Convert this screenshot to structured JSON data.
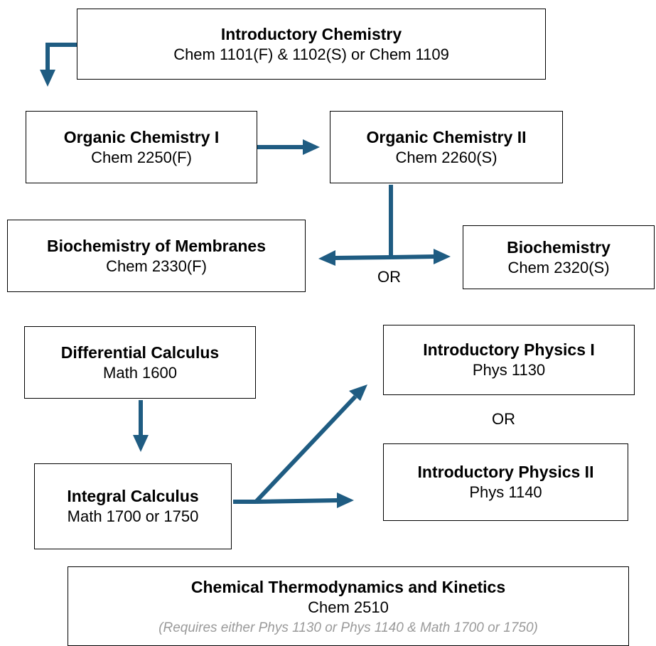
{
  "colors": {
    "arrow": "#1f5c82",
    "note": "#9a9a9a",
    "border": "#000000"
  },
  "nodes": {
    "intro_chem": {
      "title": "Introductory Chemistry",
      "code": "Chem 1101(F) & 1102(S) or Chem 1109"
    },
    "organic_1": {
      "title": "Organic Chemistry I",
      "code": "Chem 2250(F)"
    },
    "organic_2": {
      "title": "Organic Chemistry II",
      "code": "Chem 2260(S)"
    },
    "biochem_membranes": {
      "title": "Biochemistry of Membranes",
      "code": "Chem 2330(F)"
    },
    "biochem": {
      "title": "Biochemistry",
      "code": "Chem 2320(S)"
    },
    "diff_calc": {
      "title": "Differential Calculus",
      "code": "Math 1600"
    },
    "integral_calc": {
      "title": "Integral Calculus",
      "code": "Math 1700 or 1750"
    },
    "intro_phys_1": {
      "title": "Introductory Physics I",
      "code": "Phys 1130"
    },
    "intro_phys_2": {
      "title": "Introductory Physics II",
      "code": "Phys 1140"
    },
    "thermo": {
      "title": "Chemical Thermodynamics and Kinetics",
      "code": "Chem 2510",
      "note": "(Requires either Phys 1130 or Phys 1140 & Math 1700 or 1750)"
    }
  },
  "labels": {
    "or_biochem": "OR",
    "or_physics": "OR"
  }
}
